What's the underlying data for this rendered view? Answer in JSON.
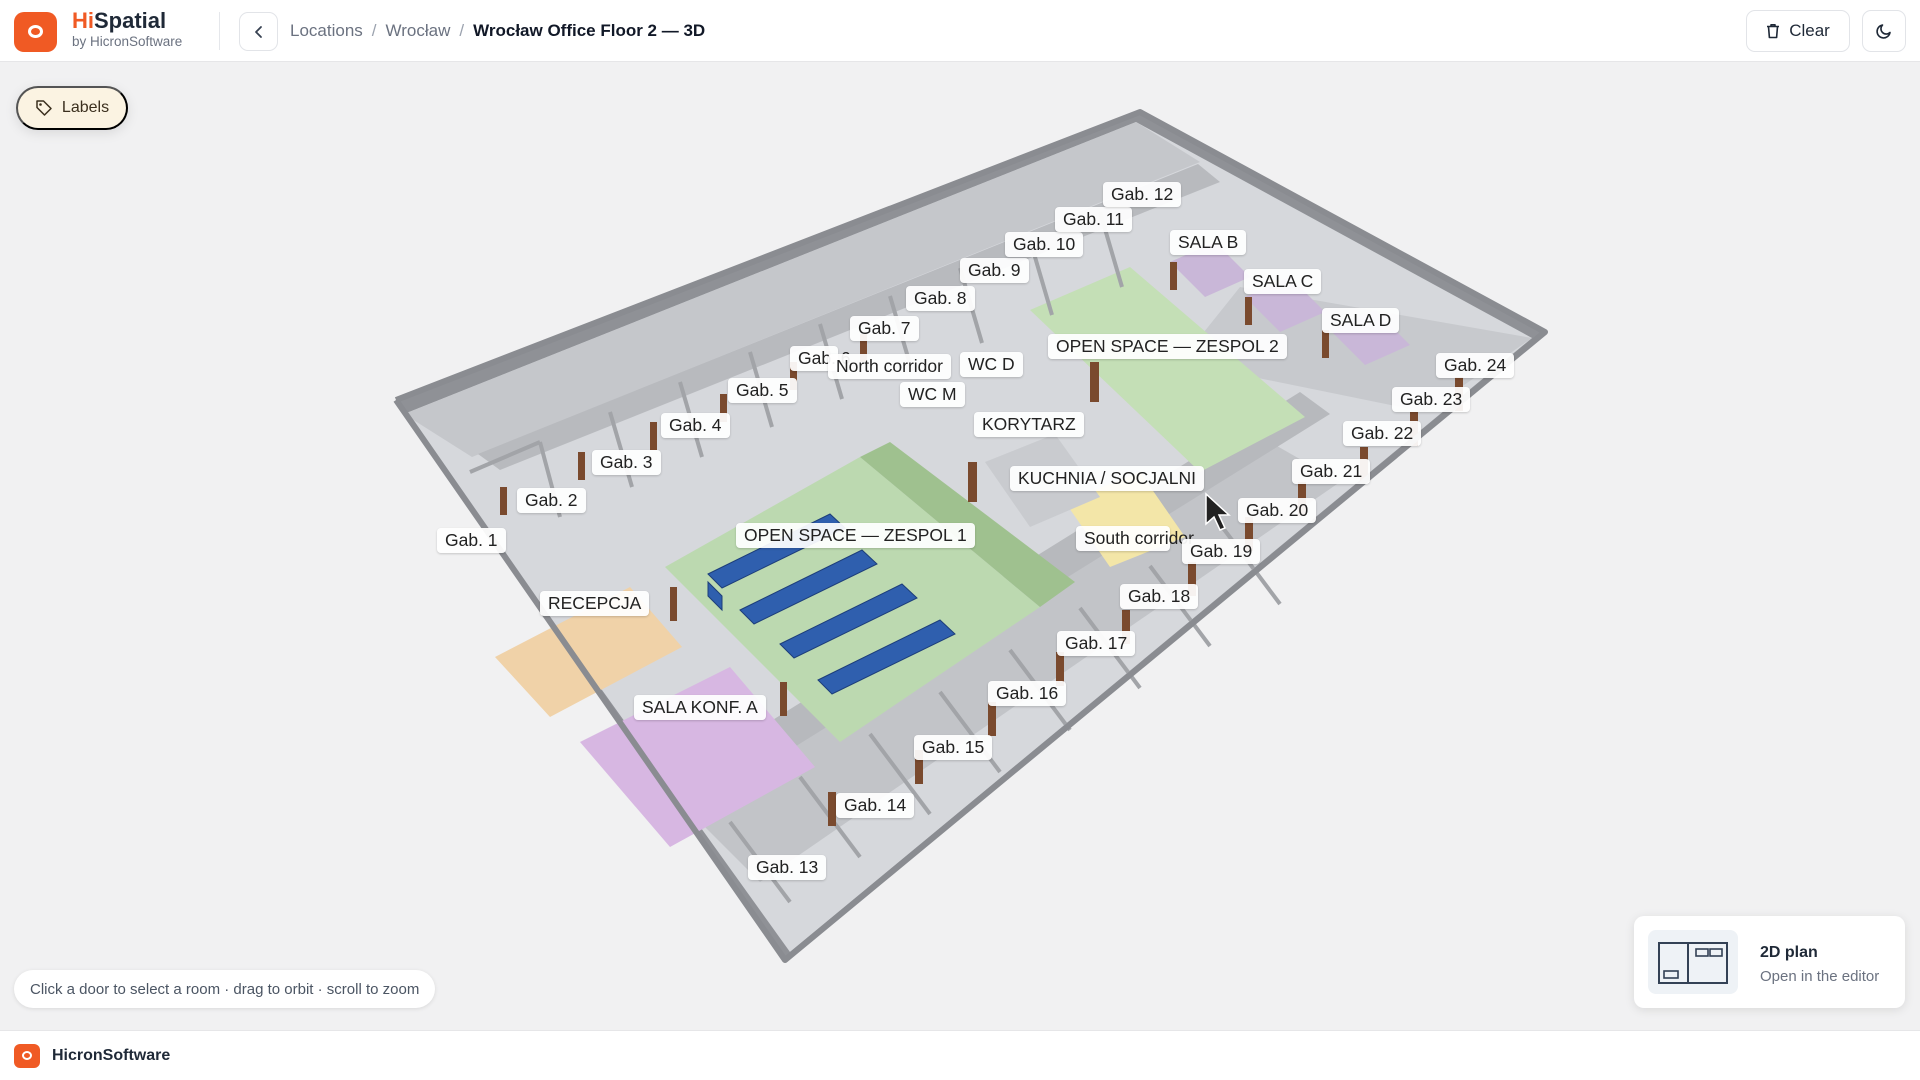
{
  "app": {
    "name_accent": "Hi",
    "name_rest": "Spatial",
    "byline": "by HicronSoftware"
  },
  "breadcrumb": {
    "items": [
      "Locations",
      "Wrocław"
    ],
    "current": "Wrocław Office  Floor 2 — 3D"
  },
  "toolbar": {
    "clear_label": "Clear",
    "theme_icon": "moon-icon",
    "back_icon": "chevron-left-icon",
    "clear_icon": "trash-icon"
  },
  "labels_toggle": {
    "label": "Labels",
    "icon": "tag-icon",
    "active": true
  },
  "floor": {
    "rooms": [
      "Gab. 1",
      "Gab. 2",
      "Gab. 3",
      "Gab. 4",
      "Gab. 5",
      "Gab. 6",
      "Gab. 7",
      "Gab. 8",
      "Gab. 9",
      "Gab. 10",
      "Gab. 11",
      "Gab. 12",
      "SALA B",
      "SALA C",
      "SALA D",
      "OPEN SPACE — ZESPOL 2",
      "North corridor",
      "WC D",
      "WC M",
      "KORYTARZ",
      "KUCHNIA / SOCJALNI",
      "OPEN SPACE — ZESPOL 1",
      "RECEPCJA",
      "SALA KONF. A",
      "South corridor",
      "Gab. 13",
      "Gab. 14",
      "Gab. 15",
      "Gab. 16",
      "Gab. 17",
      "Gab. 18",
      "Gab. 19",
      "Gab. 20",
      "Gab. 21",
      "Gab. 22",
      "Gab. 23",
      "Gab. 24"
    ]
  },
  "hint": {
    "text": "Click a door to select a room · drag to orbit · scroll to zoom"
  },
  "plan_card": {
    "title": "2D plan",
    "subtitle": "Open in the editor"
  },
  "footer": {
    "company": "HicronSoftware"
  },
  "colors": {
    "brand": "#f05a24",
    "open_space": "#bcd9b0",
    "reception": "#f0d2a8",
    "conference": "#d7b7e2",
    "kitchen": "#f3e6a8",
    "desk": "#2f5fae",
    "door": "#7a4a2e",
    "wall": "#a2a4a8"
  }
}
